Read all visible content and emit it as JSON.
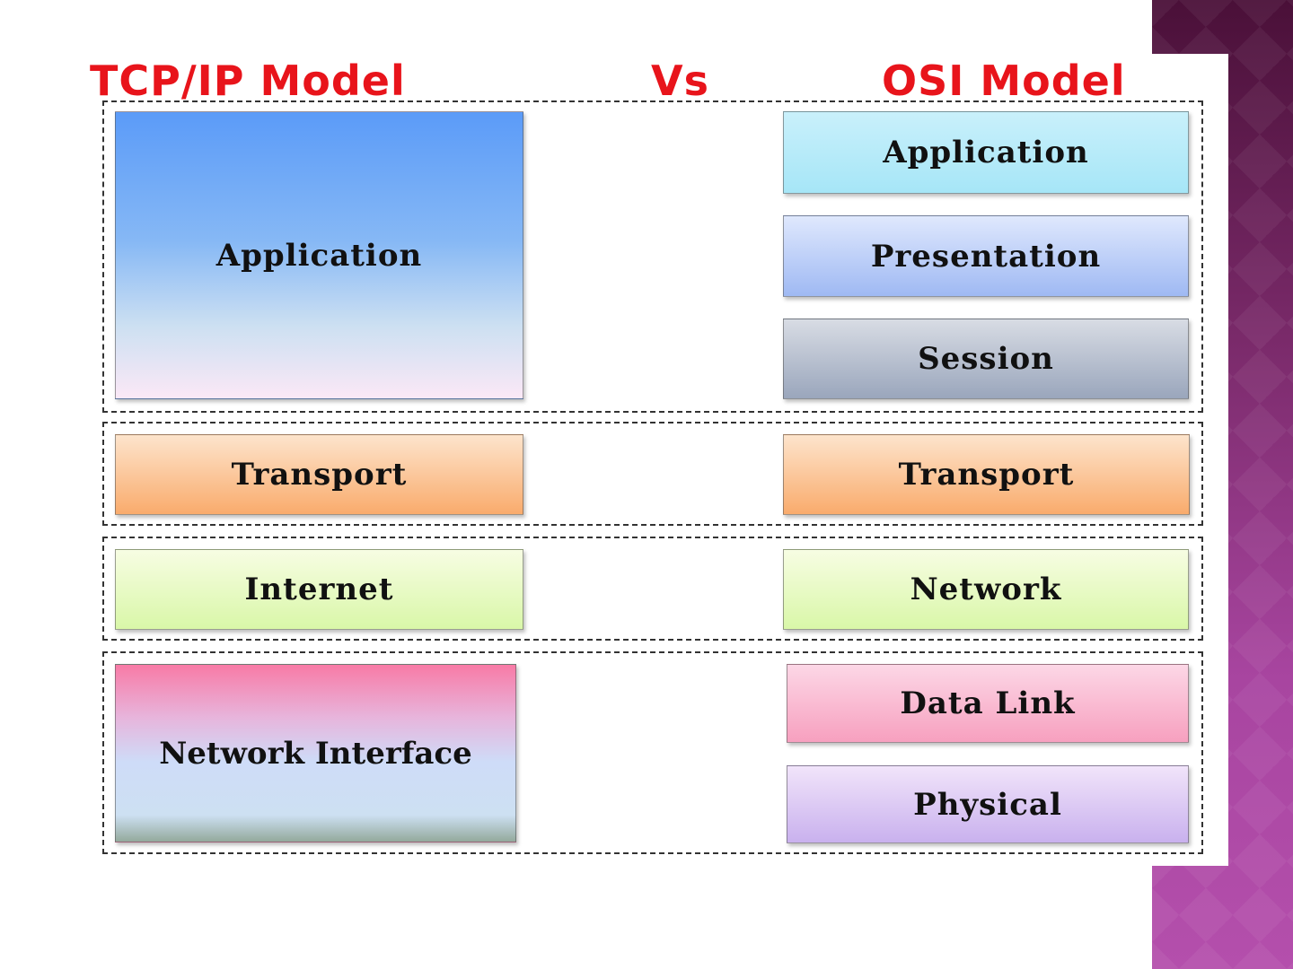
{
  "titles": {
    "tcpip": "TCP/IP Model",
    "vs": "Vs",
    "osi": "OSI Model"
  },
  "tcpip_layers": {
    "application": "Application",
    "transport": "Transport",
    "internet": "Internet",
    "network_interface": "Network Interface"
  },
  "osi_layers": {
    "application": "Application",
    "presentation": "Presentation",
    "session": "Session",
    "transport": "Transport",
    "network": "Network",
    "data_link": "Data Link",
    "physical": "Physical"
  },
  "colors": {
    "title": "#e8141b",
    "accent_bar": "#7a2a6a"
  }
}
